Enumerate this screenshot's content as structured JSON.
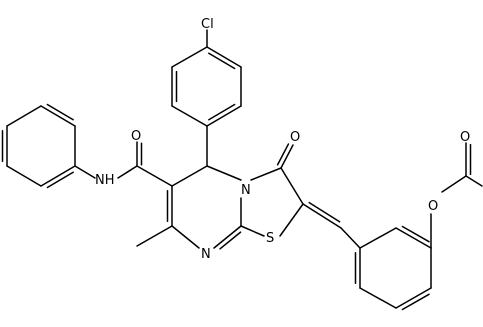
{
  "molecule": {
    "atoms": [
      {
        "id": "Cl",
        "label": "Cl"
      },
      {
        "id": "O_ketone",
        "label": "O"
      },
      {
        "id": "O_amide",
        "label": "O"
      },
      {
        "id": "NH_amide",
        "label": "NH"
      },
      {
        "id": "N_ring",
        "label": "N"
      },
      {
        "id": "N_imine",
        "label": "N"
      },
      {
        "id": "S_ring",
        "label": "S"
      },
      {
        "id": "O_ester",
        "label": "O"
      },
      {
        "id": "O_carbonyl",
        "label": "O"
      }
    ]
  },
  "colors": {
    "bond": "#000000",
    "label": "#000000",
    "background": "#ffffff"
  }
}
